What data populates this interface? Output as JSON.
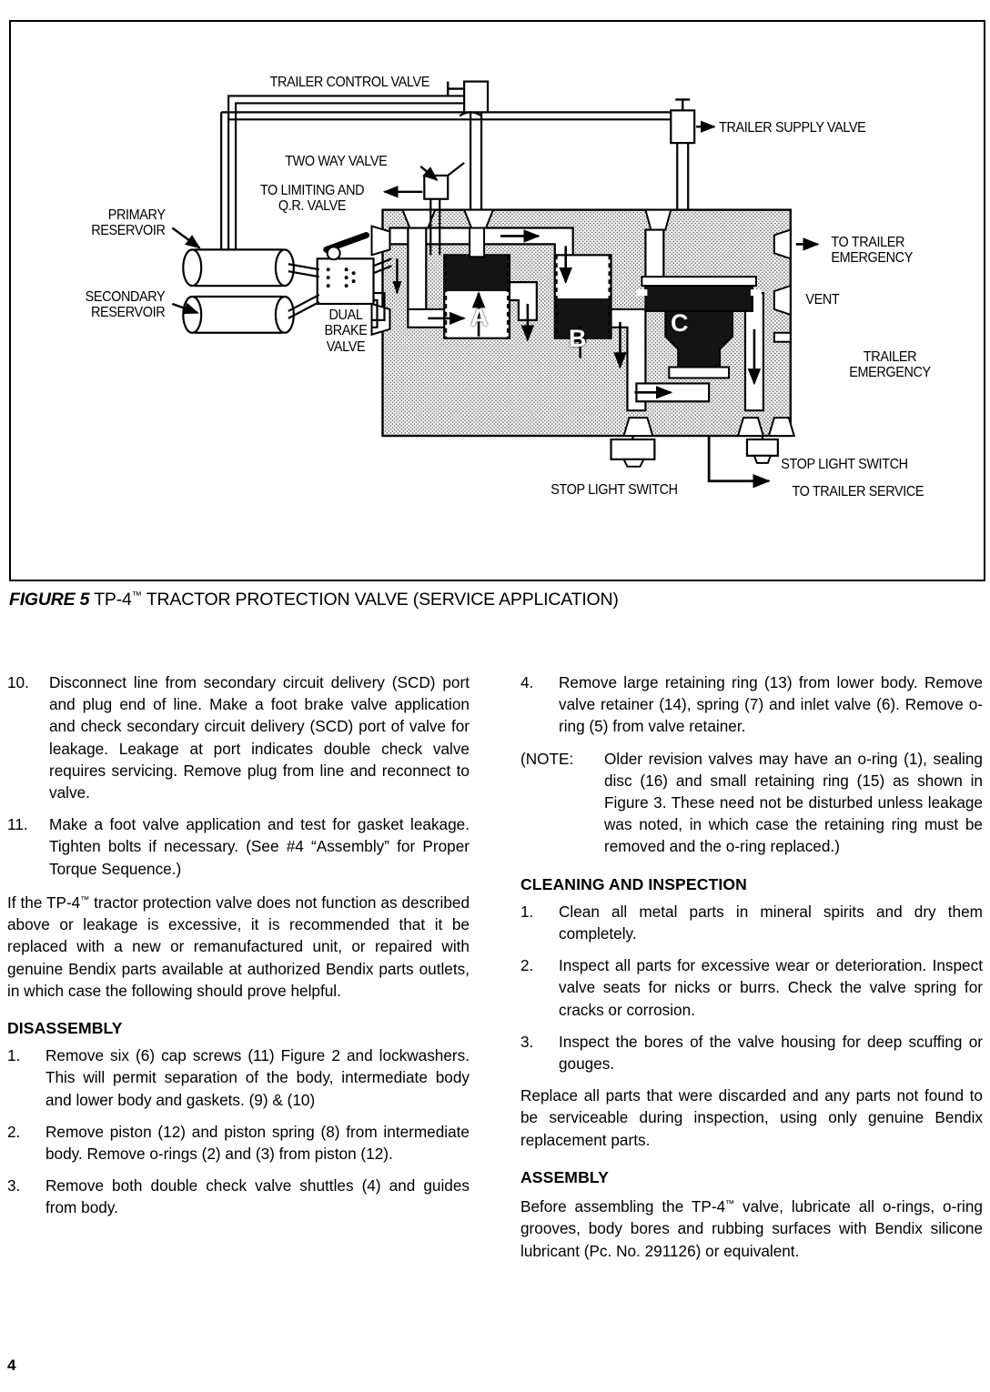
{
  "page": {
    "number": "4"
  },
  "figure": {
    "caption_figure_label": "FIGURE 5",
    "caption_text_before_tm": " TP-4",
    "caption_tm": "™",
    "caption_text_after_tm": " TRACTOR PROTECTION VALVE (SERVICE APPLICATION)",
    "labels": {
      "trailer_control_valve": "TRAILER CONTROL VALVE",
      "trailer_supply_valve": "TRAILER SUPPLY VALVE",
      "two_way_valve": "TWO WAY VALVE",
      "to_limiting_and_qr_valve": "TO LIMITING AND\nQ.R. VALVE",
      "primary_reservoir": "PRIMARY\nRESERVOIR",
      "secondary_reservoir": "SECONDARY\nRESERVOIR",
      "dual_brake_valve": "DUAL\nBRAKE\nVALVE",
      "to_trailer_emergency": "TO TRAILER\nEMERGENCY",
      "vent": "VENT",
      "trailer_emergency": "TRAILER\nEMERGENCY",
      "stop_light_switch_left": "STOP LIGHT SWITCH",
      "stop_light_switch_right": "STOP LIGHT SWITCH",
      "to_trailer_service": "TO TRAILER SERVICE"
    },
    "chambers": {
      "a": "A",
      "b": "B",
      "c": "C"
    }
  },
  "left_column": {
    "items": [
      {
        "num": "10.",
        "text": "Disconnect line from secondary circuit delivery (SCD) port and plug end of line. Make a foot brake valve application and check secondary circuit delivery (SCD) port of valve for leakage. Leakage at port indicates double check valve requires servicing. Remove plug from line and reconnect to valve."
      },
      {
        "num": "11.",
        "text": "Make a foot valve application and test for gasket leakage. Tighten bolts if necessary. (See #4 “Assembly” for Proper Torque Sequence.)"
      }
    ],
    "paragraph_tp4_part1": "If the TP-4",
    "paragraph_tp4_tm": "™",
    "paragraph_tp4_part2": " tractor protection valve does not function as described above or leakage is excessive, it is recommended that it be replaced with a new or remanufactured unit, or repaired with genuine Bendix parts available at authorized Bendix parts outlets, in which case the following should prove helpful.",
    "disassembly_head": "DISASSEMBLY",
    "disassembly_items": [
      {
        "num": "1.",
        "text": "Remove six (6) cap screws (11) Figure 2 and lockwashers. This will permit separation of the body, intermediate body and lower body and gaskets. (9) & (10)"
      },
      {
        "num": "2.",
        "text": "Remove piston (12) and piston spring (8) from intermediate body. Remove o-rings (2) and (3) from piston (12)."
      },
      {
        "num": "3.",
        "text": "Remove both double check valve shuttles (4) and guides from body."
      }
    ]
  },
  "right_column": {
    "disassembly_items": [
      {
        "num": "4.",
        "text": "Remove large retaining ring (13) from lower body. Remove valve retainer (14), spring (7) and inlet valve (6). Remove o-ring (5) from valve retainer."
      }
    ],
    "note": {
      "num": "(NOTE:",
      "text": "Older revision valves may have an o-ring (1), sealing disc (16) and small retaining ring (15) as shown in Figure 3. These need not be disturbed unless leakage was noted, in which case the retaining ring must be removed and the o-ring replaced.)"
    },
    "cleaning_head": "CLEANING AND INSPECTION",
    "cleaning_items": [
      {
        "num": "1.",
        "text": "Clean all metal parts in mineral spirits and dry them completely."
      },
      {
        "num": "2.",
        "text": "Inspect all parts for excessive wear or deterioration. Inspect valve seats for nicks or burrs. Check the valve spring for cracks or corrosion."
      },
      {
        "num": "3.",
        "text": "Inspect the bores of the valve housing for deep scuffing or gouges."
      }
    ],
    "replace_paragraph": "Replace all parts that were discarded and any parts not found to be serviceable during inspection, using only genuine Bendix replacement parts.",
    "assembly_head": "ASSEMBLY",
    "assembly_paragraph_part1": "Before assembling the TP-4",
    "assembly_paragraph_tm": "™",
    "assembly_paragraph_part2": " valve, lubricate all o-rings, o-ring grooves, body bores and rubbing surfaces with Bendix silicone lubricant (Pc. No. 291126) or equivalent."
  },
  "colors": {
    "ink": "#000000",
    "paper": "#ffffff",
    "body_fill": "#d9d9d9",
    "dark_fill": "#1a1a1a"
  }
}
